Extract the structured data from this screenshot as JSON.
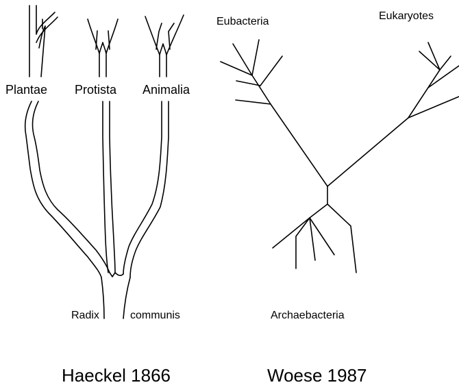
{
  "haeckel": {
    "labels": {
      "plantae": "Plantae",
      "protista": "Protista",
      "animalia": "Animalia",
      "radix": "Radix",
      "communis": "communis"
    },
    "caption": "Haeckel 1866"
  },
  "woese": {
    "labels": {
      "eubacteria": "Eubacteria",
      "eukaryotes": "Eukaryotes",
      "archaebacteria": "Archaebacteria"
    },
    "caption": "Woese 1987"
  }
}
